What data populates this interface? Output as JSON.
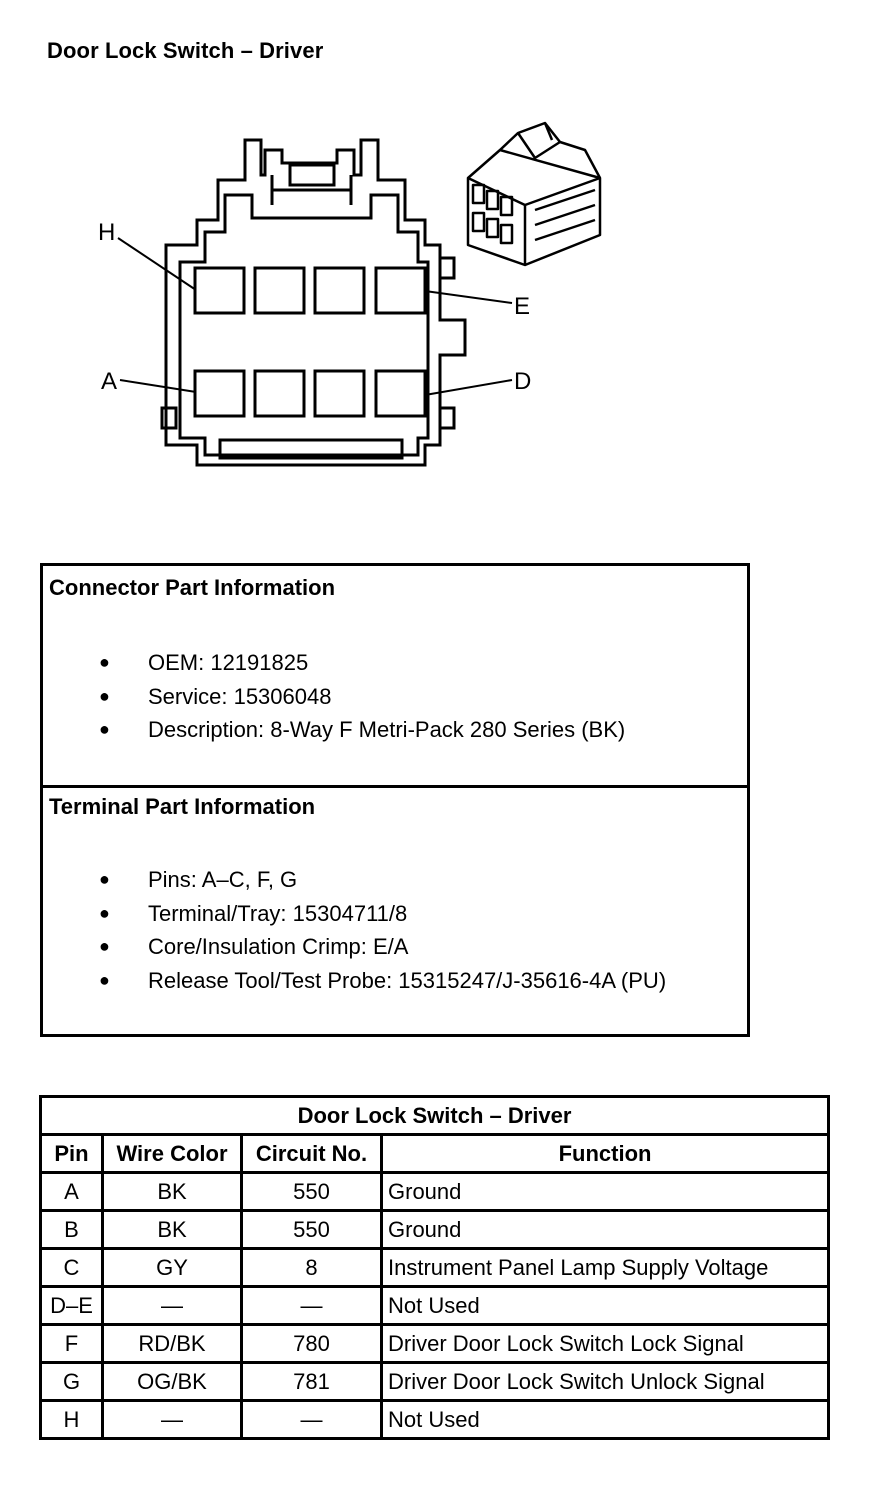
{
  "title": "Door Lock Switch – Driver",
  "diagram": {
    "pin_labels": {
      "top_left": "H",
      "top_right": "E",
      "bottom_left": "A",
      "bottom_right": "D"
    }
  },
  "connector_info": {
    "heading": "Connector Part Information",
    "items": [
      "OEM: 12191825",
      "Service: 15306048",
      "Description: 8-Way F Metri-Pack 280 Series (BK)"
    ]
  },
  "terminal_info": {
    "heading": "Terminal Part Information",
    "items": [
      "Pins: A–C, F, G",
      "Terminal/Tray: 15304711/8",
      "Core/Insulation Crimp: E/A",
      "Release Tool/Test Probe: 15315247/J-35616-4A (PU)"
    ]
  },
  "table": {
    "caption": "Door Lock Switch – Driver",
    "headers": [
      "Pin",
      "Wire Color",
      "Circuit No.",
      "Function"
    ],
    "rows": [
      [
        "A",
        "BK",
        "550",
        "Ground"
      ],
      [
        "B",
        "BK",
        "550",
        "Ground"
      ],
      [
        "C",
        "GY",
        "8",
        "Instrument Panel Lamp Supply Voltage"
      ],
      [
        "D–E",
        "—",
        "—",
        "Not Used"
      ],
      [
        "F",
        "RD/BK",
        "780",
        "Driver Door Lock Switch Lock Signal"
      ],
      [
        "G",
        "OG/BK",
        "781",
        "Driver Door Lock Switch Unlock Signal"
      ],
      [
        "H",
        "—",
        "—",
        "Not Used"
      ]
    ]
  }
}
